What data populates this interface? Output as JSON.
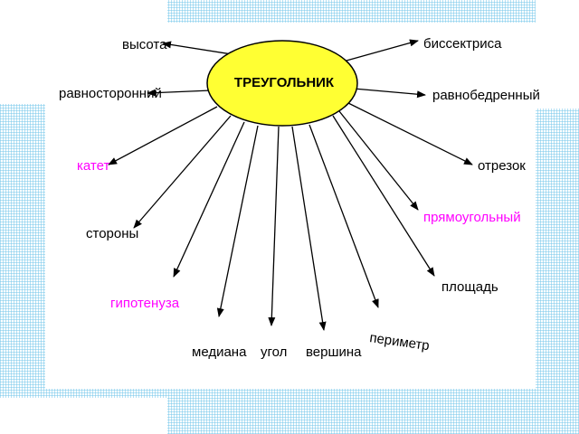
{
  "center": {
    "label": "ТРЕУГОЛЬНИК",
    "fill": "#FFFF33"
  },
  "colors": {
    "line": "#000000",
    "text_default": "#000000",
    "text_accent": "#FF00FF"
  },
  "terms": [
    {
      "id": "vysota",
      "label": "высота",
      "accent": false
    },
    {
      "id": "bissektrisa",
      "label": "биссектриса",
      "accent": false
    },
    {
      "id": "ravnostoronniy",
      "label": "равносторонний",
      "accent": false
    },
    {
      "id": "ravnobedrenniy",
      "label": "равнобедренный",
      "accent": false
    },
    {
      "id": "katet",
      "label": "катет",
      "accent": true
    },
    {
      "id": "otrezok",
      "label": "отрезок",
      "accent": false
    },
    {
      "id": "pryamougolniy",
      "label": "прямоугольный",
      "accent": true
    },
    {
      "id": "storony",
      "label": "стороны",
      "accent": false
    },
    {
      "id": "ploshchad",
      "label": "площадь",
      "accent": false
    },
    {
      "id": "gipotenuza",
      "label": "гипотенуза",
      "accent": true
    },
    {
      "id": "perimetr",
      "label": "периметр",
      "accent": false
    },
    {
      "id": "mediana",
      "label": "медиана",
      "accent": false
    },
    {
      "id": "ugol",
      "label": "угол",
      "accent": false
    },
    {
      "id": "vershina",
      "label": "вершина",
      "accent": false
    }
  ]
}
